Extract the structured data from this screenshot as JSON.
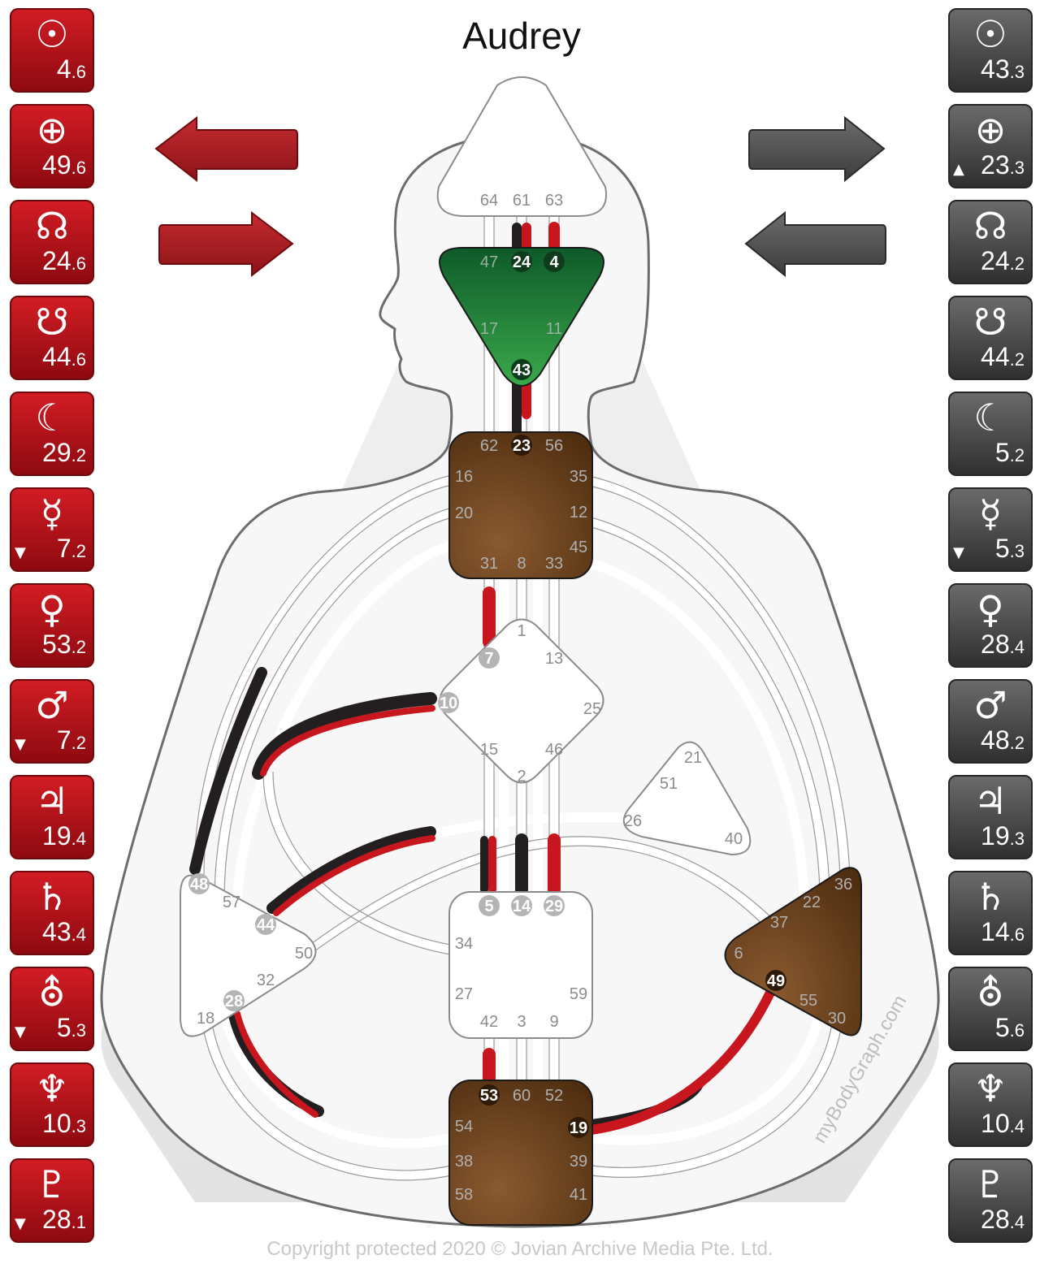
{
  "title": "Audrey",
  "copyright": "Copyright protected 2020 © Jovian Archive Media Pte. Ltd.",
  "watermark": "myBodyGraph.com",
  "colors": {
    "design_red": "#c8161e",
    "personality_black": "#231f20",
    "head_defined": "#1f7a3a",
    "brown_center": "#6b4420",
    "grey_panel": "#4a4a4a"
  },
  "design_column": [
    {
      "planet": "sun-icon",
      "symbol": "☉",
      "gate": "4",
      "line": "6",
      "arrow": ""
    },
    {
      "planet": "earth-icon",
      "symbol": "⊕",
      "gate": "49",
      "line": "6",
      "arrow": ""
    },
    {
      "planet": "north-node-icon",
      "symbol": "☊",
      "gate": "24",
      "line": "6",
      "arrow": ""
    },
    {
      "planet": "south-node-icon",
      "symbol": "☋",
      "gate": "44",
      "line": "6",
      "arrow": ""
    },
    {
      "planet": "moon-icon",
      "symbol": "☾",
      "gate": "29",
      "line": "2",
      "arrow": ""
    },
    {
      "planet": "mercury-icon",
      "symbol": "☿",
      "gate": "7",
      "line": "2",
      "arrow": "▼"
    },
    {
      "planet": "venus-icon",
      "symbol": "♀",
      "gate": "53",
      "line": "2",
      "arrow": ""
    },
    {
      "planet": "mars-icon",
      "symbol": "♂",
      "gate": "7",
      "line": "2",
      "arrow": "▼"
    },
    {
      "planet": "jupiter-icon",
      "symbol": "♃",
      "gate": "19",
      "line": "4",
      "arrow": ""
    },
    {
      "planet": "saturn-icon",
      "symbol": "♄",
      "gate": "43",
      "line": "4",
      "arrow": ""
    },
    {
      "planet": "uranus-icon",
      "symbol": "⛢",
      "gate": "5",
      "line": "3",
      "arrow": "▼"
    },
    {
      "planet": "neptune-icon",
      "symbol": "♆",
      "gate": "10",
      "line": "3",
      "arrow": ""
    },
    {
      "planet": "pluto-icon",
      "symbol": "♇",
      "gate": "28",
      "line": "1",
      "arrow": "▼"
    }
  ],
  "personality_column": [
    {
      "planet": "sun-icon",
      "symbol": "☉",
      "gate": "43",
      "line": "3",
      "arrow": ""
    },
    {
      "planet": "earth-icon",
      "symbol": "⊕",
      "gate": "23",
      "line": "3",
      "arrow": "▲"
    },
    {
      "planet": "north-node-icon",
      "symbol": "☊",
      "gate": "24",
      "line": "2",
      "arrow": ""
    },
    {
      "planet": "south-node-icon",
      "symbol": "☋",
      "gate": "44",
      "line": "2",
      "arrow": ""
    },
    {
      "planet": "moon-icon",
      "symbol": "☾",
      "gate": "5",
      "line": "2",
      "arrow": ""
    },
    {
      "planet": "mercury-icon",
      "symbol": "☿",
      "gate": "5",
      "line": "3",
      "arrow": "▼"
    },
    {
      "planet": "venus-icon",
      "symbol": "♀",
      "gate": "28",
      "line": "4",
      "arrow": ""
    },
    {
      "planet": "mars-icon",
      "symbol": "♂",
      "gate": "48",
      "line": "2",
      "arrow": ""
    },
    {
      "planet": "jupiter-icon",
      "symbol": "♃",
      "gate": "19",
      "line": "3",
      "arrow": ""
    },
    {
      "planet": "saturn-icon",
      "symbol": "♄",
      "gate": "14",
      "line": "6",
      "arrow": ""
    },
    {
      "planet": "uranus-icon",
      "symbol": "⛢",
      "gate": "5",
      "line": "6",
      "arrow": ""
    },
    {
      "planet": "neptune-icon",
      "symbol": "♆",
      "gate": "10",
      "line": "4",
      "arrow": ""
    },
    {
      "planet": "pluto-icon",
      "symbol": "♇",
      "gate": "28",
      "line": "4",
      "arrow": ""
    }
  ],
  "variable_arrows": {
    "design": [
      "left",
      "right"
    ],
    "personality": [
      "right",
      "left"
    ]
  },
  "gates": {
    "head": [
      "64",
      "61",
      "63"
    ],
    "ajna": [
      "47",
      "24",
      "4",
      "17",
      "11",
      "43"
    ],
    "throat": [
      "62",
      "23",
      "56",
      "16",
      "35",
      "20",
      "12",
      "31",
      "8",
      "33",
      "45"
    ],
    "g": [
      "1",
      "7",
      "13",
      "10",
      "25",
      "15",
      "46",
      "2"
    ],
    "heart": [
      "21",
      "51",
      "26",
      "40"
    ],
    "sacral": [
      "5",
      "14",
      "29",
      "34",
      "27",
      "59",
      "42",
      "3",
      "9"
    ],
    "spleen": [
      "48",
      "57",
      "44",
      "50",
      "32",
      "28",
      "18"
    ],
    "solar_plexus": [
      "36",
      "22",
      "37",
      "6",
      "49",
      "55",
      "30"
    ],
    "root": [
      "53",
      "60",
      "52",
      "54",
      "19",
      "38",
      "39",
      "58",
      "41"
    ]
  },
  "defined_centers": [
    "ajna",
    "throat",
    "solar_plexus",
    "root"
  ],
  "activated_gates": [
    "24",
    "4",
    "43",
    "23",
    "7",
    "10",
    "5",
    "14",
    "29",
    "48",
    "44",
    "28",
    "49",
    "53",
    "19"
  ]
}
